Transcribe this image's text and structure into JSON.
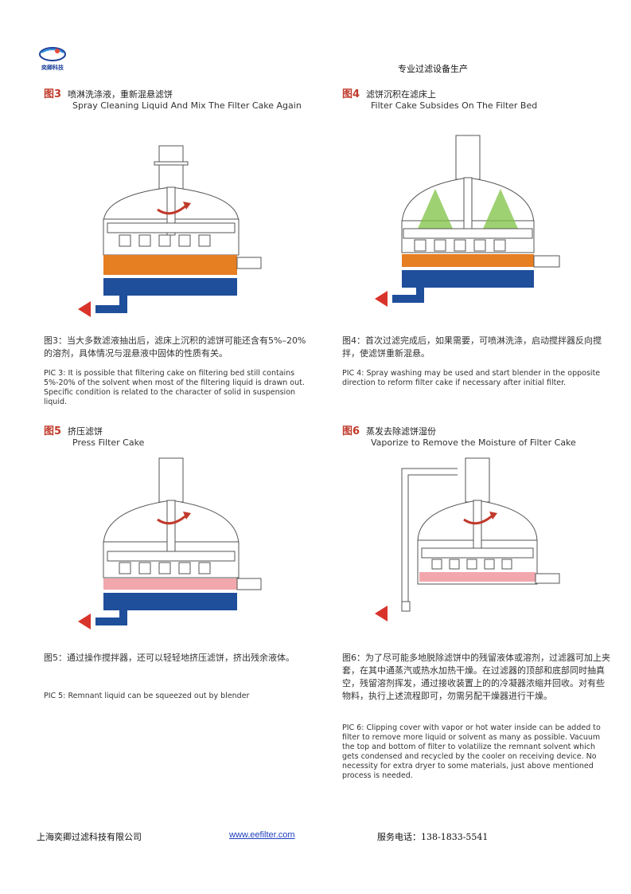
{
  "header": {
    "logo_text": "奕卿科技",
    "tagline": "专业过滤设备生产"
  },
  "figures": [
    {
      "num": "图3",
      "title_cn": "喷淋洗涤液，重新混悬滤饼",
      "title_en": "Spray Cleaning Liquid And Mix The Filter Cake Again",
      "cap_cn": "图3：当大多数滤液抽出后，滤床上沉积的滤饼可能还含有5%–20%的溶剂，具体情况与混悬液中固体的性质有关。",
      "cap_en": "PIC 3: It is possible that filtering cake on filtering bed still contains 5%-20% of the solvent when most of the filtering liquid is drawn out. Specific condition is related to the character of solid in suspension liquid."
    },
    {
      "num": "图4",
      "title_cn": "滤饼沉积在滤床上",
      "title_en": "Filter Cake Subsides On The Filter Bed",
      "cap_cn": "图4：首次过滤完成后，如果需要，可喷淋洗涤，启动搅拌器反向搅拌，使滤饼重新混悬。",
      "cap_en": "PIC 4: Spray washing may be used and start blender in the opposite direction to reform filter cake if necessary after initial filter."
    },
    {
      "num": "图5",
      "title_cn": "挤压滤饼",
      "title_en": "Press Filter Cake",
      "cap_cn": "图5：通过操作搅拌器，还可以轻轻地挤压滤饼，挤出残余液体。",
      "cap_en": "PIC 5: Remnant liquid can be squeezed out by blender"
    },
    {
      "num": "图6",
      "title_cn": "蒸发去除滤饼湿份",
      "title_en": "Vaporize to Remove the Moisture of Filter Cake",
      "cap_cn": "图6：为了尽可能多地脱除滤饼中的残留液体或溶剂，过滤器可加上夹套，在其中通蒸汽或热水加热干燥。在过滤器的顶部和底部同时抽真空，残留溶剂挥发，通过接收装置上的的冷凝器浓缩并回收。对有些物料，执行上述流程即可，勿需另配干燥器进行干燥。",
      "cap_en": "PIC 6: Clipping cover with vapor or hot water inside can be added to filter to remove more liquid or solvent as many as possible. Vacuum the top and bottom of filter to volatilize the remnant solvent which gets condensed and recycled by the cooler on receiving device. No necessity for extra dryer to some materials, just above mentioned process is needed."
    }
  ],
  "footer": {
    "company": "上海奕卿过滤科技有限公司",
    "website": "www.eefilter.com",
    "phone": "服务电话：138-1833-5541"
  },
  "colors": {
    "accent_red": "#c0392b",
    "cake_orange": "#e67e22",
    "bed_blue": "#1f4e9a",
    "cake_pink": "#f2a7ad",
    "spray_green": "#7dc242"
  }
}
